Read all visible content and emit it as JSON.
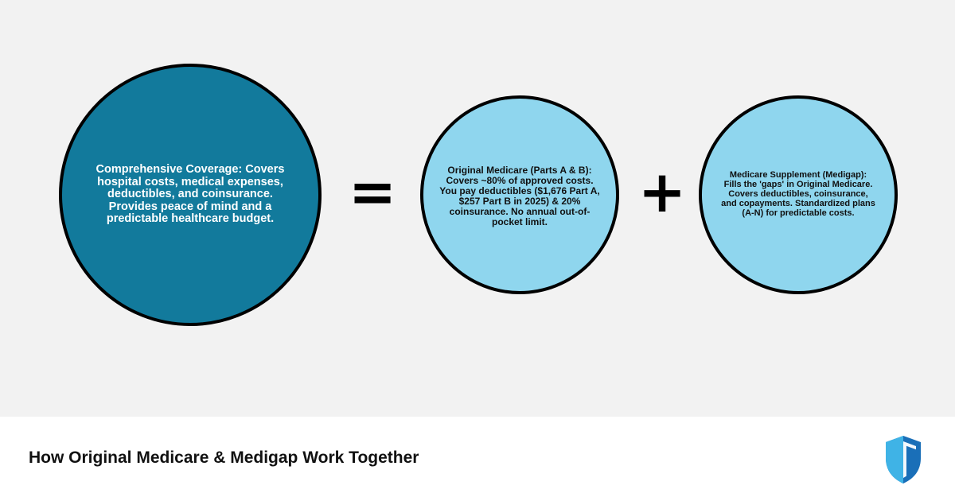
{
  "diagram": {
    "result": {
      "text": "Comprehensive Coverage: Covers hospital costs, medical expenses, deductibles, and coinsurance. Provides peace of mind and a predictable healthcare budget."
    },
    "equals_symbol": "=",
    "original_medicare": {
      "text": "Original Medicare (Parts A & B): Covers ~80% of approved costs. You pay deductibles ($1,676 Part A, $257 Part B in 2025) & 20% coinsurance. No annual out-of-pocket limit."
    },
    "plus_symbol": "+",
    "medigap": {
      "text": "Medicare Supplement (Medigap): Fills the 'gaps' in Original Medicare. Covers deductibles, coinsurance, and copayments. Standardized plans (A-N) for predictable costs."
    }
  },
  "footer": {
    "title": "How Original Medicare & Medigap Work Together",
    "logo_icon": "shield-icon"
  },
  "colors": {
    "background": "#f2f2f2",
    "result_circle": "#127a9c",
    "component_circle": "#8fd6ee",
    "shield_light": "#3fb3e6",
    "shield_dark": "#1a6fb8"
  }
}
